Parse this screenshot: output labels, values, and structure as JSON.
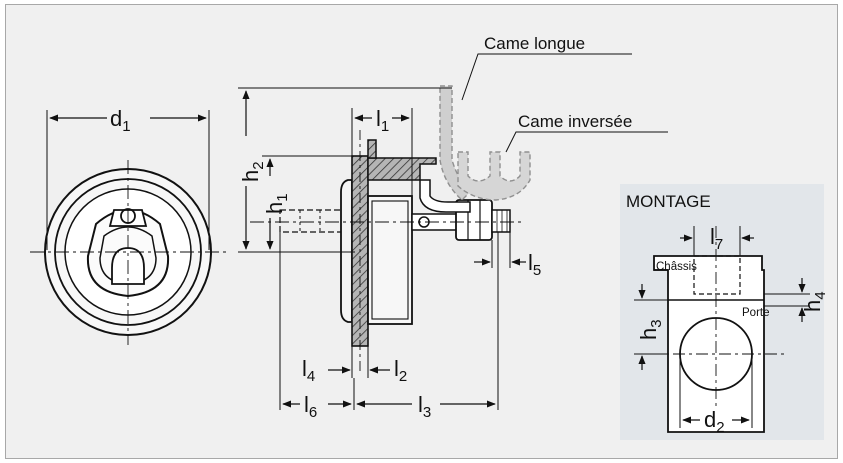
{
  "colors": {
    "background": "#f0f0f0",
    "inset_panel": "#e2e6ea",
    "line": "#111111",
    "hatch_fill": "#9a9a9a",
    "cam_dashed": "#a0a0a0"
  },
  "callouts": {
    "cam_long": "Came longue",
    "cam_reversed": "Came inversée"
  },
  "dimensions": {
    "d1": {
      "main": "d",
      "sub": "1"
    },
    "h1": {
      "main": "h",
      "sub": "1"
    },
    "h2": {
      "main": "h",
      "sub": "2"
    },
    "l1": {
      "main": "l",
      "sub": "1"
    },
    "l2": {
      "main": "l",
      "sub": "2"
    },
    "l3": {
      "main": "l",
      "sub": "3"
    },
    "l4": {
      "main": "l",
      "sub": "4"
    },
    "l5": {
      "main": "l",
      "sub": "5"
    },
    "l6": {
      "main": "l",
      "sub": "6"
    }
  },
  "montage": {
    "title": "MONTAGE",
    "chassis_label": "Châssis",
    "door_label": "Porte",
    "l7": {
      "main": "l",
      "sub": "7"
    },
    "h3": {
      "main": "h",
      "sub": "3"
    },
    "h4": {
      "main": "h",
      "sub": "4"
    },
    "d2": {
      "main": "d",
      "sub": "2"
    }
  }
}
